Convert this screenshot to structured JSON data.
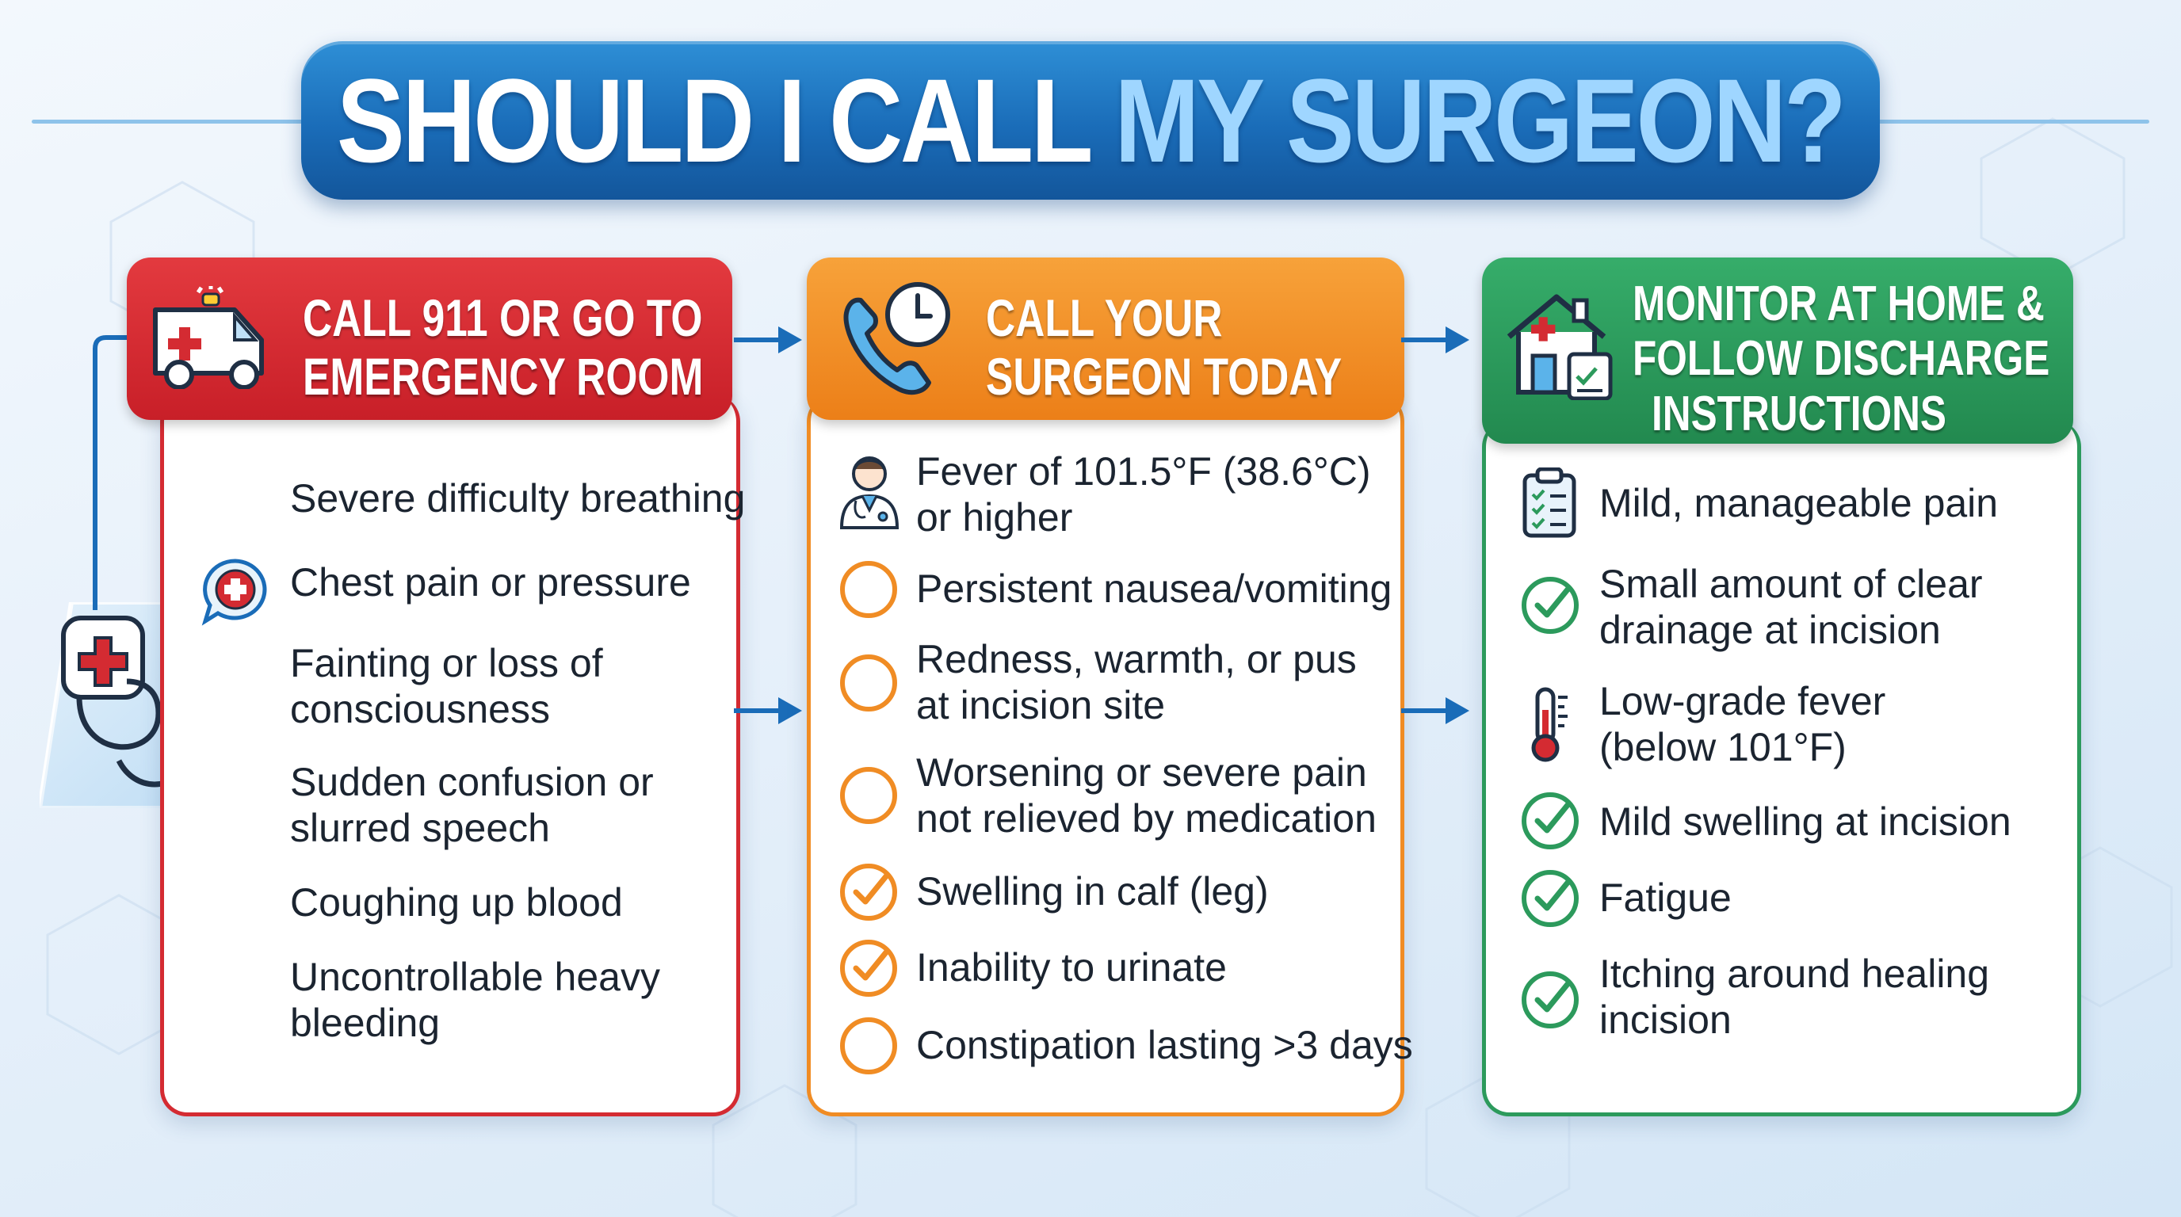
{
  "title": {
    "main": "SHOULD I CALL ",
    "accent": "MY SURGEON?"
  },
  "colors": {
    "red": "#d42b32",
    "orange": "#f08c24",
    "green": "#2c9a5c",
    "blue": "#1a6cb8",
    "accent_text": "#9fd6ff",
    "text": "#1b2430"
  },
  "columns": [
    {
      "header": [
        "CALL 911 OR GO TO",
        "EMERGENCY ROOM"
      ],
      "icon": "ambulance-icon",
      "items": [
        {
          "lines": [
            "Severe difficulty breathing"
          ]
        },
        {
          "lines": [
            "Chest pain or pressure"
          ],
          "icon": "medical-chat-icon"
        },
        {
          "lines": [
            "Fainting or loss of",
            "consciousness"
          ]
        },
        {
          "lines": [
            "Sudden confusion or",
            "slurred speech"
          ]
        },
        {
          "lines": [
            "Coughing up blood"
          ]
        },
        {
          "lines": [
            "Uncontrollable heavy",
            "bleeding"
          ]
        }
      ]
    },
    {
      "header": [
        "CALL YOUR",
        "SURGEON TODAY"
      ],
      "icon": "phone-clock-icon",
      "items": [
        {
          "lines": [
            "Fever of 101.5°F (38.6°C)",
            "or higher"
          ],
          "icon": "doctor-icon"
        },
        {
          "lines": [
            "Persistent nausea/vomiting"
          ],
          "icon": "circle-icon"
        },
        {
          "lines": [
            "Redness, warmth, or pus",
            "at incision site"
          ],
          "icon": "circle-icon"
        },
        {
          "lines": [
            "Worsening or severe pain",
            "not relieved by medication"
          ],
          "icon": "circle-icon"
        },
        {
          "lines": [
            "Swelling in calf (leg)"
          ],
          "icon": "check-circle-icon"
        },
        {
          "lines": [
            "Inability to urinate"
          ],
          "icon": "check-circle-icon"
        },
        {
          "lines": [
            "Constipation lasting >3 days"
          ],
          "icon": "circle-icon"
        }
      ]
    },
    {
      "header": [
        "MONITOR AT HOME &",
        "FOLLOW DISCHARGE",
        "INSTRUCTIONS"
      ],
      "icon": "home-checklist-icon",
      "items": [
        {
          "lines": [
            "Mild, manageable pain"
          ],
          "icon": "clipboard-icon"
        },
        {
          "lines": [
            "Small amount of clear",
            "drainage at incision"
          ],
          "icon": "check-circle-icon"
        },
        {
          "lines": [
            "Low-grade fever",
            "(below 101°F)"
          ],
          "icon": "thermometer-icon"
        },
        {
          "lines": [
            "Mild swelling at incision"
          ],
          "icon": "check-circle-icon"
        },
        {
          "lines": [
            "Fatigue"
          ],
          "icon": "check-circle-icon"
        },
        {
          "lines": [
            "Itching around healing",
            "incision"
          ],
          "icon": "check-circle-icon"
        }
      ]
    }
  ],
  "side_icon": "stethoscope-icon"
}
